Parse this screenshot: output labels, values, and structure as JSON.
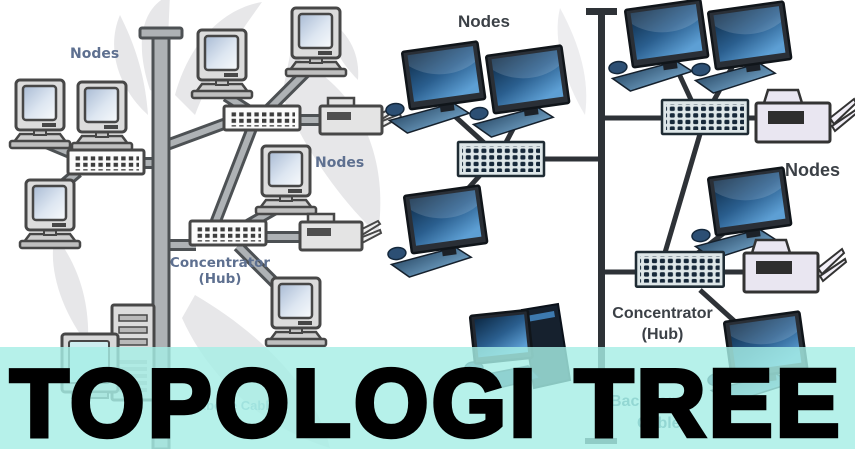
{
  "banner": {
    "title": "TOPOLOGI TREE",
    "bg_color": "#a6eee5",
    "text_color": "#000000"
  },
  "left_diagram": {
    "label_color": "#5e7090",
    "labels": {
      "nodes_top": "Nodes",
      "nodes_mid": "Nodes",
      "concentrator": "Concentrator",
      "hub": "(Hub)",
      "backbone_cable": "Backbone Cable"
    },
    "devices": {
      "computers": 7,
      "hubs": 3,
      "printers": 2,
      "server_tower": 1,
      "crt_monitor": 1
    }
  },
  "right_diagram": {
    "label_color": "#3b4046",
    "labels": {
      "nodes_top": "Nodes",
      "nodes_right": "Nodes",
      "concentrator": "Concentrator",
      "hub": "(Hub)",
      "backbone_line1": "Backbone",
      "backbone_line2": "Cable"
    },
    "devices": {
      "monitors": 7,
      "hubs": 3,
      "printers": 2,
      "desktop_pc": 1
    }
  }
}
